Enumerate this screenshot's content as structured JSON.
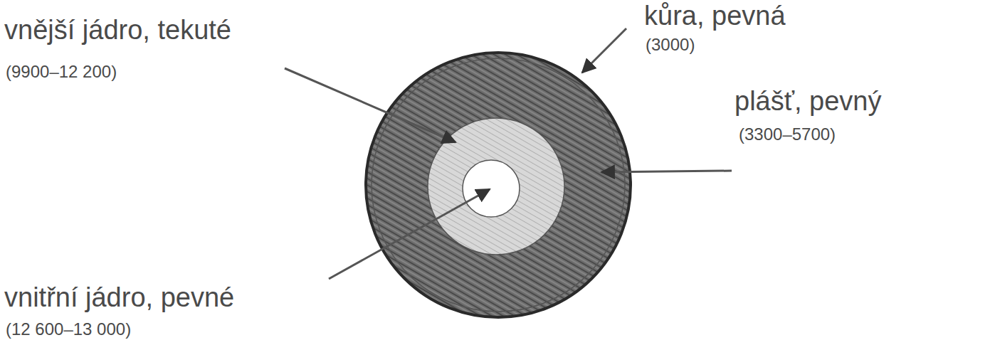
{
  "diagram": {
    "labels": [
      "kůra, pevná",
      "(3000)",
      "vnější jádro, tekuté",
      "(9900–12 200)",
      "plášť, pevný",
      "(3300–5700)",
      "vnitřní jádro, pevné",
      "(12 600–13 000)"
    ]
  }
}
